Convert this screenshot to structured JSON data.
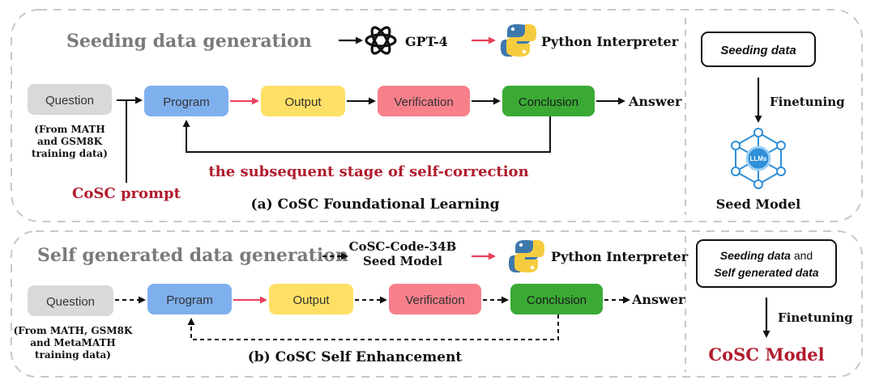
{
  "top": {
    "title": "Seeding data generation",
    "gpt_label": "GPT-4",
    "python_label": "Python Interpreter",
    "flow": {
      "question": "Question",
      "program": "Program",
      "output": "Output",
      "verification": "Verification",
      "conclusion": "Conclusion",
      "answer": "Answer"
    },
    "question_source": [
      "(From MATH",
      "and GSM8K",
      "training data)"
    ],
    "self_correction_label": "the subsequent stage of self-correction",
    "prompt_label": "CoSC prompt",
    "caption": "(a) CoSC Foundational Learning",
    "right": {
      "data_box": "Seeding data",
      "finetune_label": "Finetuning",
      "llm_badge": "LLMs",
      "model_label": "Seed Model"
    }
  },
  "bottom": {
    "title": "Self generated data generation",
    "seed_model_label": [
      "CoSC-Code-34B",
      "Seed Model"
    ],
    "python_label": "Python Interpreter",
    "flow": {
      "question": "Question",
      "program": "Program",
      "output": "Output",
      "verification": "Verification",
      "conclusion": "Conclusion",
      "answer": "Answer"
    },
    "question_source": [
      "(From MATH, GSM8K",
      "and MetaMATH",
      "training data)"
    ],
    "caption": "(b) CoSC Self Enhancement",
    "right": {
      "data_line1_bold": "Seeding data",
      "data_line1_rest": " and",
      "data_line2": "Self generated data",
      "finetune_label": "Finetuning",
      "model_label": "CoSC Model"
    }
  },
  "colors": {
    "question": "#d9d9d9",
    "program": "#7fb0ee",
    "output": "#ffe066",
    "verification": "#f7808b",
    "conclusion": "#3aaa35",
    "accent_red": "#b01c2e",
    "arrow_red": "#e8405a",
    "python_blue": "#3d78ad",
    "python_yellow": "#f6cc3f",
    "llm_blue": "#2f8fd8"
  }
}
